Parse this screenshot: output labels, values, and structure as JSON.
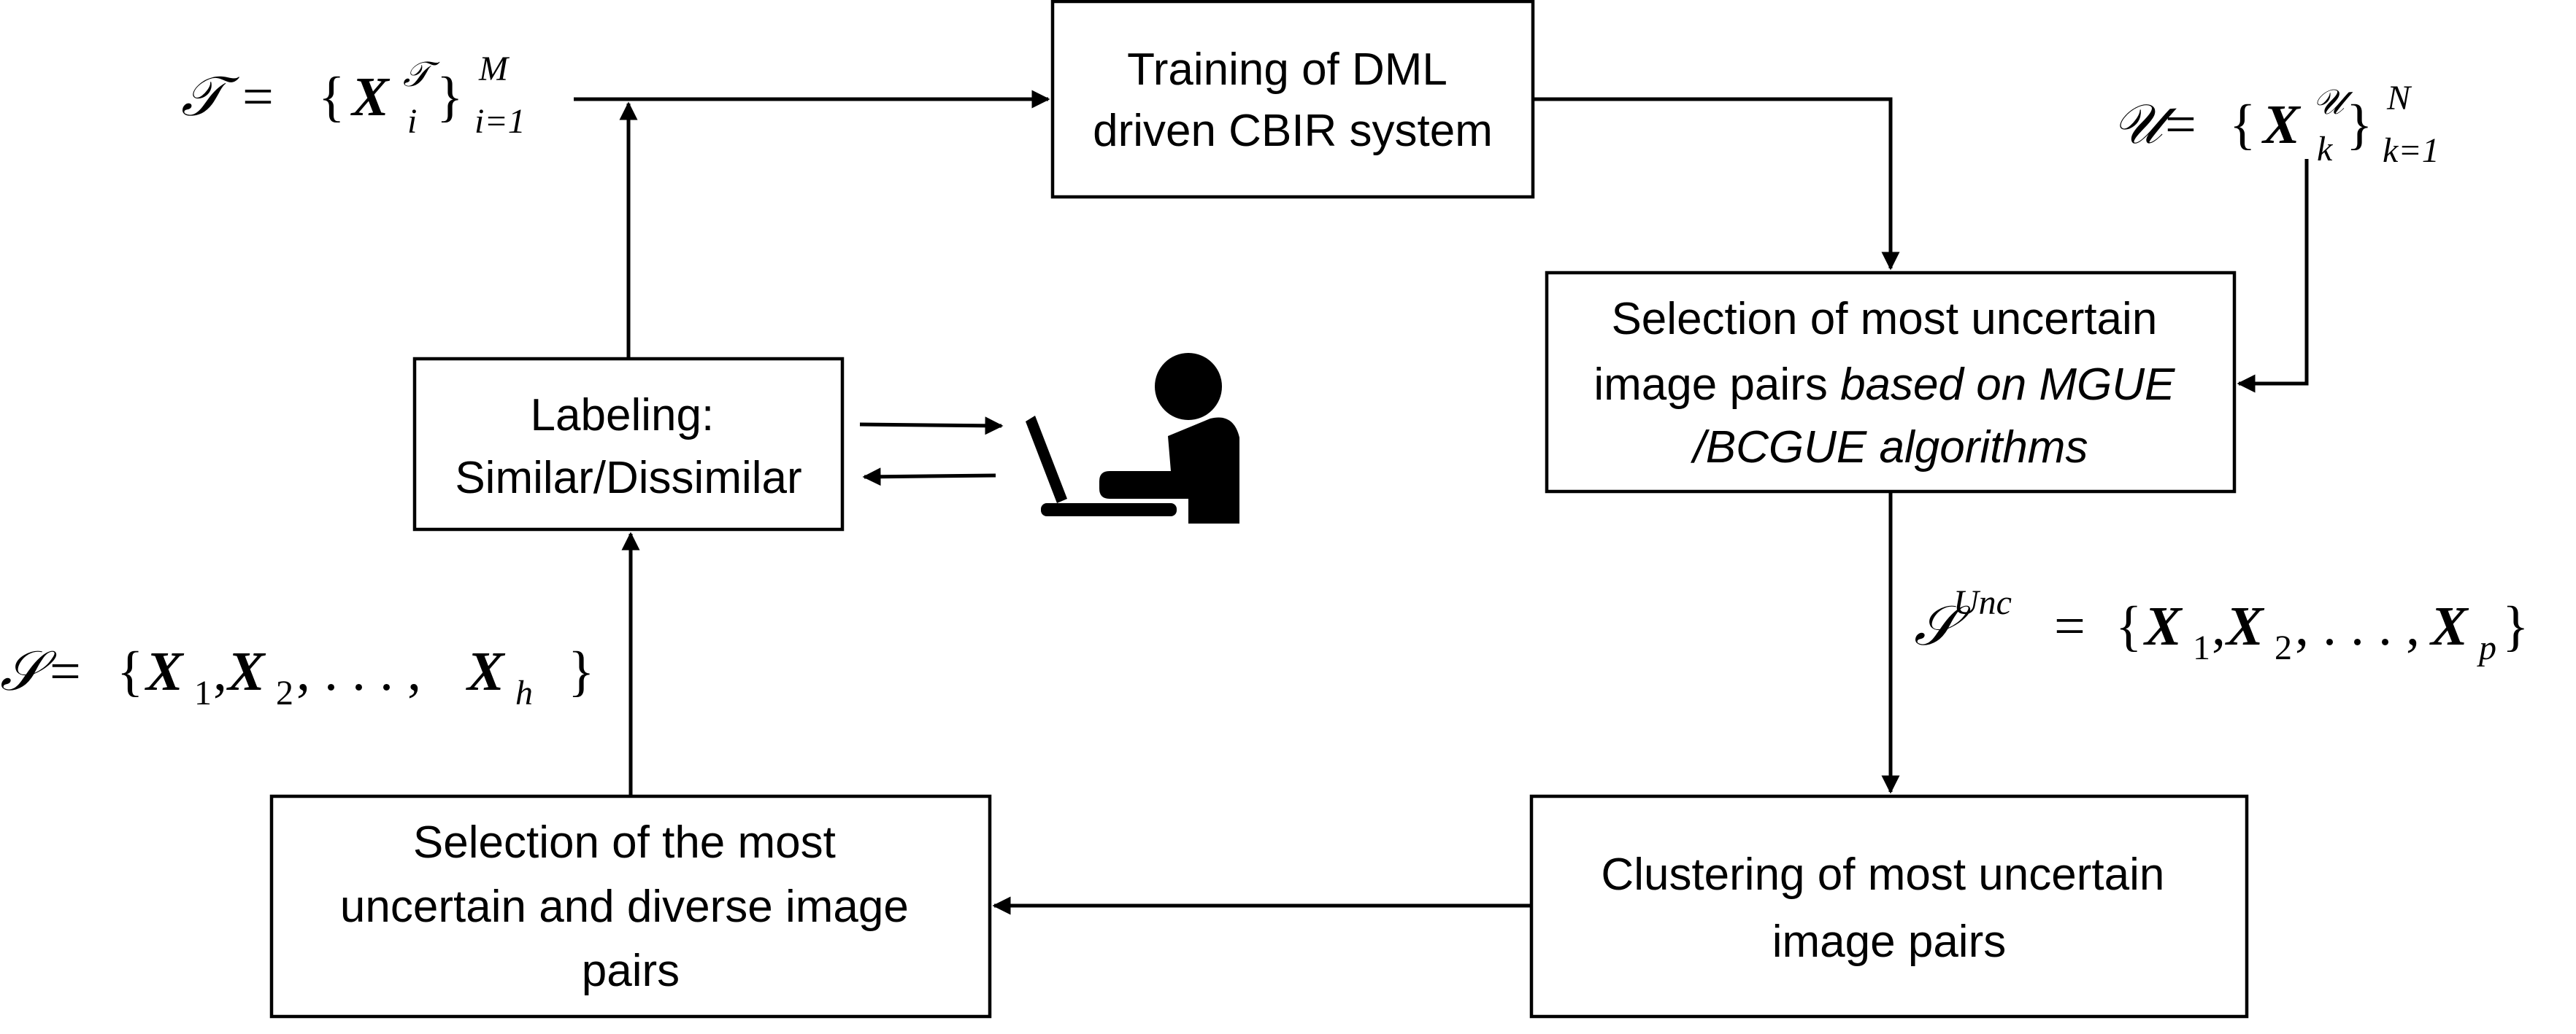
{
  "boxes": {
    "training": {
      "lines": [
        "Training of DML",
        "driven CBIR system"
      ]
    },
    "selection_uncertain": {
      "line1": "Selection of most uncertain",
      "line2_plain": "image pairs ",
      "line2_italic": "based on MGUE",
      "line3_italic": "/BCGUE algorithms"
    },
    "clustering": {
      "lines": [
        "Clustering of most uncertain",
        "image pairs"
      ]
    },
    "selection_diverse": {
      "lines": [
        "Selection of the most",
        "uncertain and diverse image",
        "pairs"
      ]
    },
    "labeling": {
      "lines": [
        "Labeling:",
        "Similar/Dissimilar"
      ]
    }
  },
  "math": {
    "training_set": {
      "set": "𝒯",
      "eq": "=",
      "open": "{",
      "var": "X",
      "sup": "𝒯",
      "sub": "i",
      "close": "}",
      "range_sup": "M",
      "range_sub": "i=1"
    },
    "unlabeled_set": {
      "set": "𝒰",
      "eq": "=",
      "open": "{",
      "var": "X",
      "sup": "𝒰",
      "sub": "k",
      "close": "}",
      "range_sup": "N",
      "range_sub": "k=1"
    },
    "uncertain_set": {
      "set": "𝒮",
      "sup": "Unc",
      "eq": "=",
      "open": "{",
      "x": "X",
      "s1": "1",
      "comma": ",",
      "s2": "2",
      "dots": ", . . . ,",
      "sn": "p",
      "close": "}"
    },
    "selected_set": {
      "set": "𝒮",
      "eq": "=",
      "open": "{",
      "x": "X",
      "s1": "1",
      "comma": ",",
      "s2": "2",
      "dots": ", . . . ,",
      "sn": "h",
      "close": "}"
    }
  },
  "icons": {
    "annotator": "person-at-laptop-icon"
  }
}
